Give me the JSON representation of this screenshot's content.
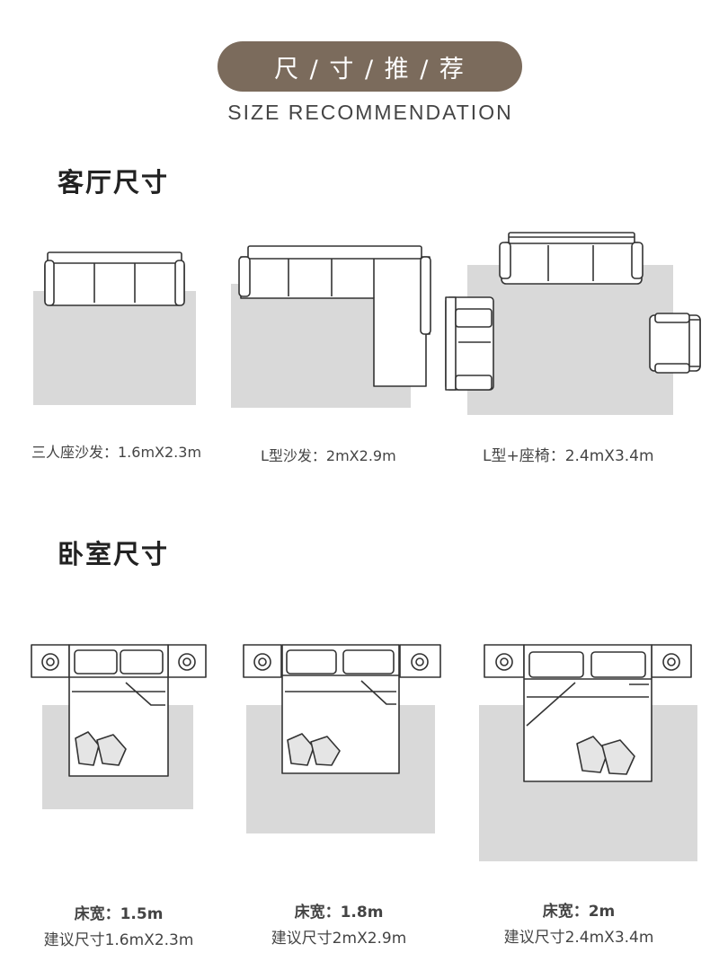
{
  "header": {
    "title_cn": "尺 / 寸 / 推 / 荐",
    "title_en": "SIZE RECOMMENDATION"
  },
  "living_room": {
    "title": "客厅尺寸",
    "items": [
      {
        "label": "三人座沙发：1.6mX2.3m"
      },
      {
        "label": "L型沙发：2mX2.9m"
      },
      {
        "label": "L型+座椅：2.4mX3.4m"
      }
    ]
  },
  "bedroom": {
    "title": "卧室尺寸",
    "items": [
      {
        "bed_width": "床宽：1.5m",
        "suggestion": "建议尺寸1.6mX2.3m"
      },
      {
        "bed_width": "床宽：1.8m",
        "suggestion": "建议尺寸2mX2.9m"
      },
      {
        "bed_width": "床宽：2m",
        "suggestion": "建议尺寸2.4mX3.4m"
      }
    ]
  },
  "colors": {
    "banner": "#7b6b5c",
    "rug": "#d9d9d9",
    "furniture_fill": "#ffffff",
    "line": "#333333"
  }
}
